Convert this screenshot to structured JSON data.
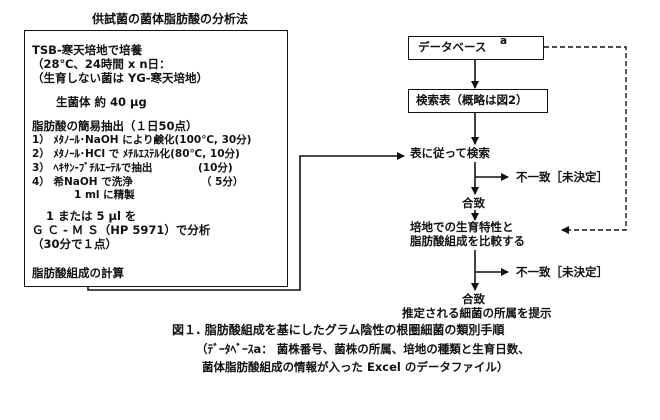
{
  "left_panel": {
    "title": "供試菌の菌体脂肪酸の分析法",
    "step1": [
      "TSB-寒天培地で培養",
      "（28℃、24時間 x n日：",
      "（生育しない菌は YG-寒天培地）"
    ],
    "step2": "生菌体 約 40 μg",
    "step3": [
      "脂肪酸の簡易抽出（１日50点）",
      "1） ﾒﾀﾉｰﾙ･NaOH により鹸化(100℃, 30分)",
      "2） ﾒﾀﾉｰﾙ･HCl で ﾒﾁﾙｴｽﾃﾙ化(80℃, 10分)",
      "3） ﾍｷｻﾝ-ﾌﾞﾁﾙｴｰﾃﾙで抽出　　　　 (10分)",
      "4） 希NaOH で洗浄　　　　　　　（ 5分）",
      "　　　　1 ml に精製"
    ],
    "step4": [
      "1 または 5 μl を",
      "Ｇ Ｃ - Ｍ Ｓ（HP 5971）で分析",
      "（30分で１点）"
    ],
    "step5": "脂肪酸組成の計算"
  },
  "right_panel": {
    "database": "データベース",
    "database_mark": "a",
    "search_table": "検索表（概略は図2）",
    "search": "表に従って検索",
    "mismatch1": "不一致［未決定］",
    "match1": "合致",
    "compare": [
      "培地での生育特性と",
      "脂肪酸組成を比較する"
    ],
    "mismatch2": "不一致［未決定］",
    "match2": "合致",
    "result": "推定される細菌の所属を提示"
  },
  "caption": {
    "line1": "図１. 脂肪酸組成を基にしたグラム陰性の根圏細菌の類別手順",
    "line2": "（ﾃﾞｰﾀﾍﾞｰｽa： 菌株番号、菌株の所属、培地の種類と生育日数、",
    "line3": "菌体脂肪酸組成の情報が入った Excel のデータファイル）"
  }
}
